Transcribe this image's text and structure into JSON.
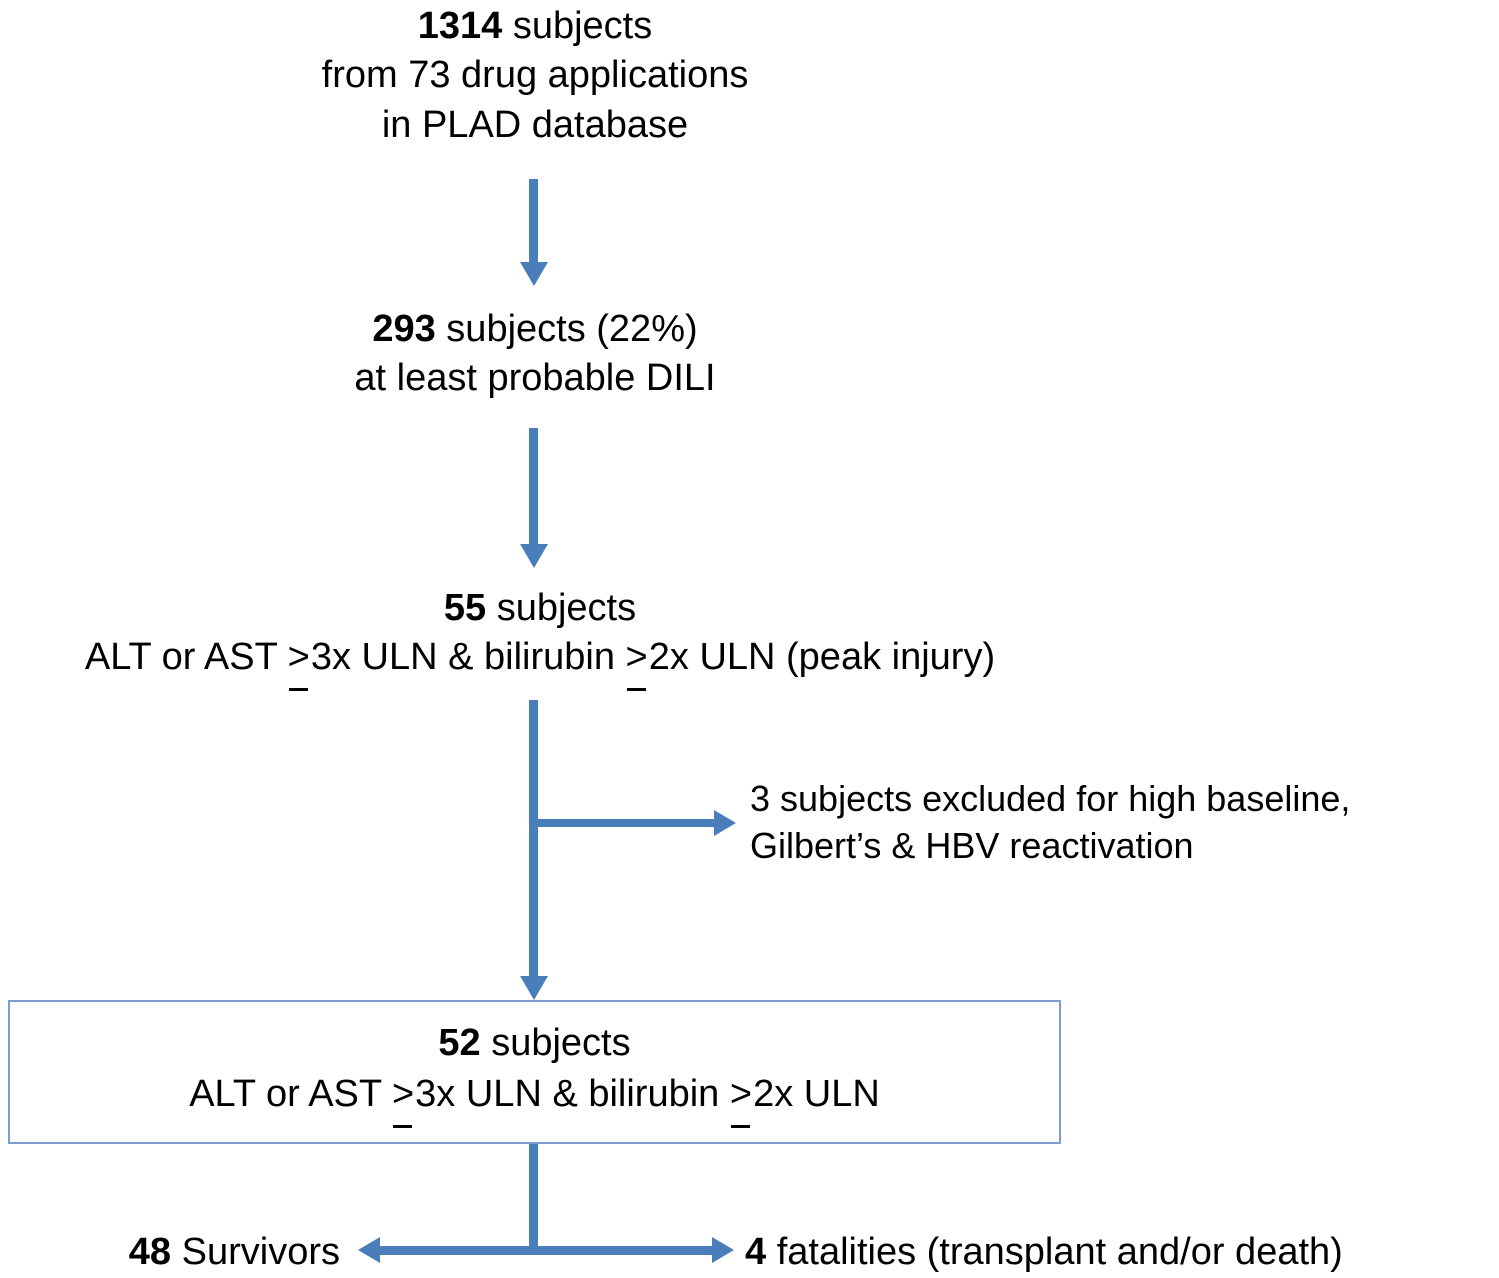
{
  "figure": {
    "type": "flowchart",
    "accent_color": "#4a7ebb",
    "box_border_color": "#7ba0cf",
    "text_color": "#000000",
    "background_color": "#ffffff"
  },
  "nodes": {
    "source_cohort": {
      "line1_count": "1314",
      "line1_rest": " subjects",
      "line2": "from 73 drug applications",
      "line3": "in PLAD database"
    },
    "probable_dili": {
      "line1_count": "293",
      "line1_rest": " subjects (22%)",
      "line2": "at least probable DILI"
    },
    "peak_injury": {
      "line1_count": "55",
      "line1_rest": " subjects",
      "line2_a": "ALT or AST ",
      "line2_ge1": ">",
      "line2_b": "3x ULN & bilirubin ",
      "line2_ge2": ">",
      "line2_c": "2x ULN (peak injury)"
    },
    "excluded": {
      "line1": "3 subjects excluded for high baseline,",
      "line2": "Gilbert’s & HBV reactivation"
    },
    "final_cohort": {
      "line1_count": "52",
      "line1_rest": " subjects",
      "line2_a": "ALT or AST ",
      "line2_ge1": ">",
      "line2_b": "3x ULN & bilirubin ",
      "line2_ge2": ">",
      "line2_c": "2x ULN"
    },
    "survivors": {
      "count": "48",
      "label": " Survivors"
    },
    "fatalities": {
      "count": "4",
      "label": " fatalities (transplant and/or death)"
    }
  }
}
